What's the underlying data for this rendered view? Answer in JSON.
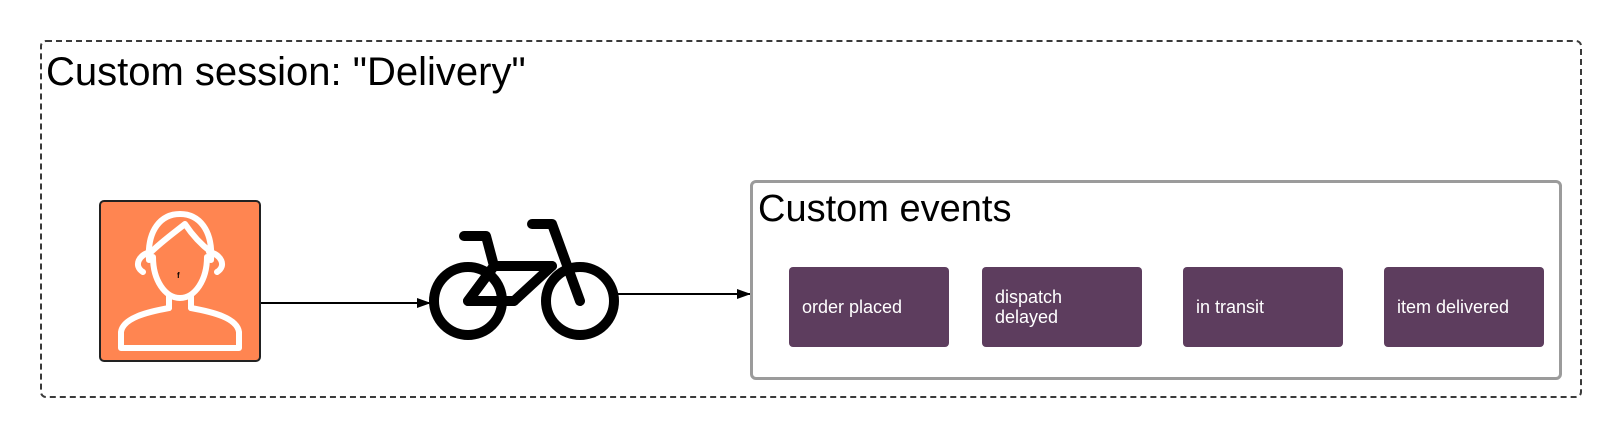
{
  "session": {
    "title": "Custom session: \"Delivery\""
  },
  "user": {
    "icon": "user-icon",
    "fill": "#ff8551"
  },
  "vehicle": {
    "icon": "bicycle-icon"
  },
  "events": {
    "title": "Custom events",
    "items": [
      {
        "label": "order placed"
      },
      {
        "label": "dispatch delayed"
      },
      {
        "label": "in transit"
      },
      {
        "label": "item delivered"
      }
    ],
    "item_color": "#5d3d5e"
  }
}
